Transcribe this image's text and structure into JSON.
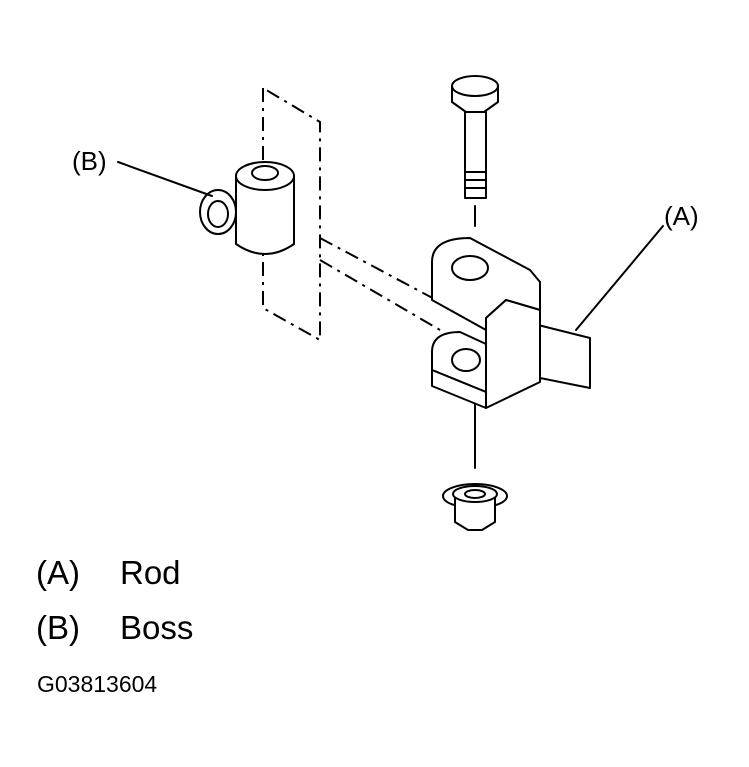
{
  "diagram": {
    "callouts": {
      "rod": "(A)",
      "boss": "(B)"
    },
    "legend": [
      {
        "key": "(A)",
        "label": "Rod"
      },
      {
        "key": "(B)",
        "label": "Boss"
      }
    ],
    "figure_id": "G03813604"
  }
}
